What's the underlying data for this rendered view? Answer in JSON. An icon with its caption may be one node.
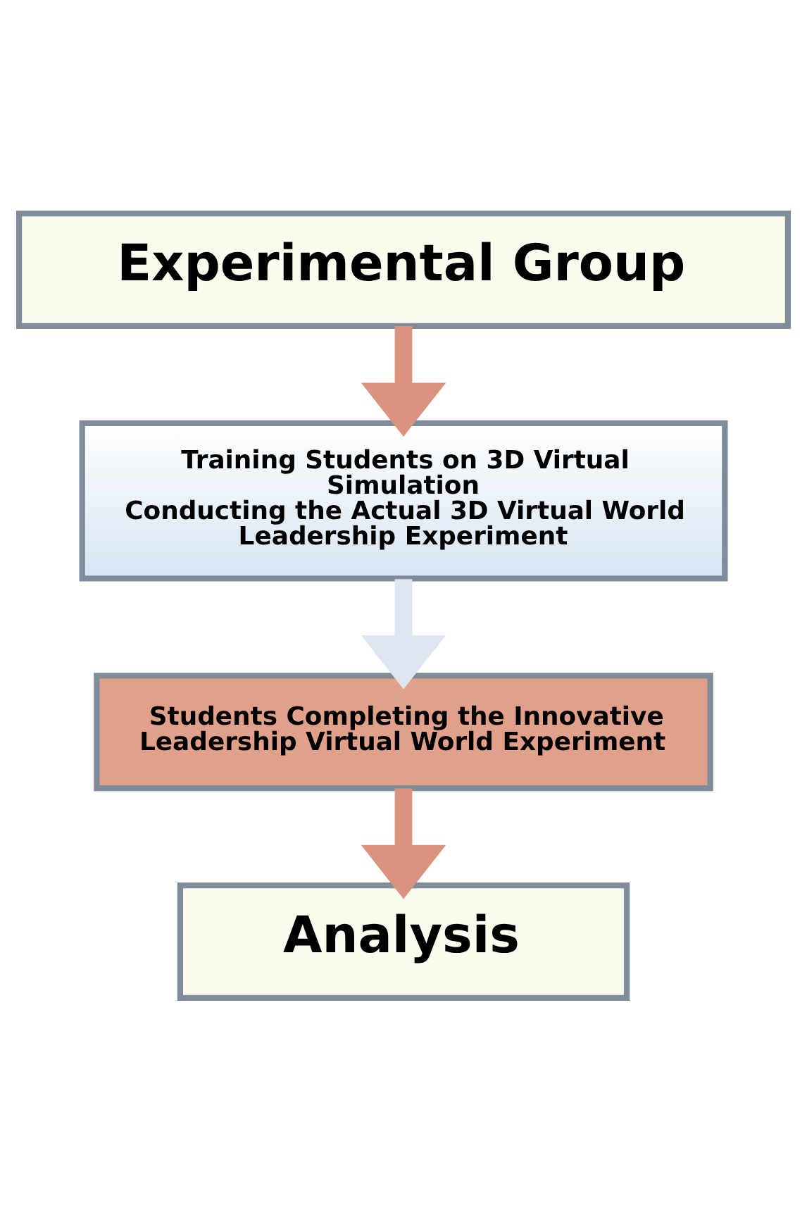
{
  "diagram": {
    "nodes": [
      {
        "text": [
          "Experimental Group"
        ]
      },
      {
        "text": [
          "Training Students on 3D Virtual Simulation",
          "Conducting the Actual 3D Virtual World Leadership Experiment"
        ]
      },
      {
        "text": [
          "Students Completing the Innovative Leadership Virtual World Experiment"
        ]
      },
      {
        "text": [
          "Analysis"
        ]
      }
    ],
    "edges": [
      {
        "from": 0,
        "to": 1,
        "arrow": "to"
      },
      {
        "from": 1,
        "to": 2,
        "arrow": "to",
        "color": "#dde6f0"
      },
      {
        "from": 2,
        "to": 3,
        "arrow": "to"
      }
    ]
  }
}
